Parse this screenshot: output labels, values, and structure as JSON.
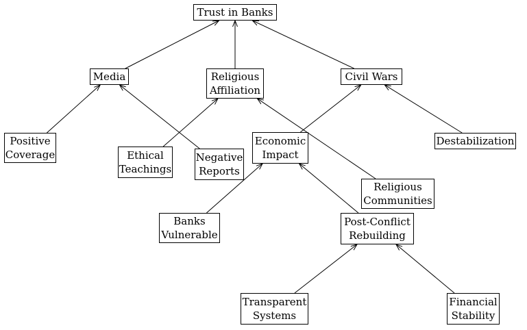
{
  "nodes": {
    "trust_in_banks": [
      "Trust in Banks"
    ],
    "media": [
      "Media"
    ],
    "religious_affiliation": [
      "Religious",
      "Affiliation"
    ],
    "civil_wars": [
      "Civil Wars"
    ],
    "positive_coverage": [
      "Positive",
      "Coverage"
    ],
    "ethical_teachings": [
      "Ethical",
      "Teachings"
    ],
    "negative_reports": [
      "Negative",
      "Reports"
    ],
    "economic_impact": [
      "Economic",
      "Impact"
    ],
    "destabilization": [
      "Destabilization"
    ],
    "religious_communities": [
      "Religious",
      "Communities"
    ],
    "banks_vulnerable": [
      "Banks",
      "Vulnerable"
    ],
    "post_conflict_rebuilding": [
      "Post-Conflict",
      "Rebuilding"
    ],
    "transparent_systems": [
      "Transparent",
      "Systems"
    ],
    "financial_stability": [
      "Financial",
      "Stability"
    ]
  },
  "edges": [
    {
      "from": "media",
      "to": "trust_in_banks"
    },
    {
      "from": "religious_affiliation",
      "to": "trust_in_banks"
    },
    {
      "from": "civil_wars",
      "to": "trust_in_banks"
    },
    {
      "from": "positive_coverage",
      "to": "media"
    },
    {
      "from": "negative_reports",
      "to": "media"
    },
    {
      "from": "ethical_teachings",
      "to": "religious_affiliation"
    },
    {
      "from": "religious_communities",
      "to": "religious_affiliation"
    },
    {
      "from": "economic_impact",
      "to": "civil_wars"
    },
    {
      "from": "destabilization",
      "to": "civil_wars"
    },
    {
      "from": "banks_vulnerable",
      "to": "economic_impact"
    },
    {
      "from": "post_conflict_rebuilding",
      "to": "economic_impact"
    },
    {
      "from": "transparent_systems",
      "to": "post_conflict_rebuilding"
    },
    {
      "from": "financial_stability",
      "to": "post_conflict_rebuilding"
    }
  ]
}
